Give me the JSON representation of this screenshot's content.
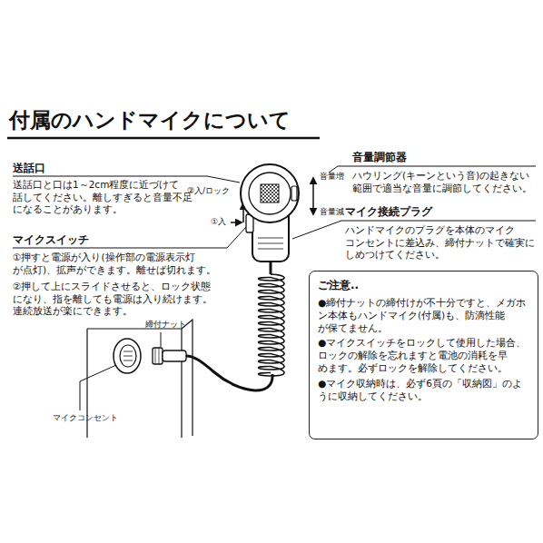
{
  "diagram": {
    "title": "付属のハンドマイクについて",
    "nodes": [
      {
        "text": [
          "ご注意..",
          "●締付ナットの締付けが不十分ですと、メガホ ン本体もハンドマイク(付属)も、防滴性能 が保てません。",
          "●マイクスイッチをロックして使用した場合、 ロックの解除を忘れますと電池の消耗を早 めます。必ずロックを解除してください。",
          "●マイク収納時は、必ず6頁の「収納図」のよ うに収納してください。"
        ]
      }
    ],
    "labels": [
      "送話口",
      "送話口と口は1～2cm程度に近づけて 話してください。離しすぎると音量不足 になることがあります。",
      "②入/ロック",
      "①入",
      "音量増",
      "音量減",
      "音量調節器",
      "ハウリング(キーンという音)の起きない 範囲で適当な音量に調節してください。",
      "マイク接続プラグ",
      "ハンドマイクのプラグを本体のマイク コンセントに差込み、締付ナットで確実に しめつけてください。",
      "マイクスイッチ",
      "①押すと電源が入り(操作部の電源表示灯 が点灯)、拡声ができます。離せば切れます。",
      "②押して上にスライドさせると、ロック状態 になり、指を離しても電源は入り続けます。 連続放送が楽にできます。",
      "締付ナット",
      "マイクコンセント"
    ]
  }
}
